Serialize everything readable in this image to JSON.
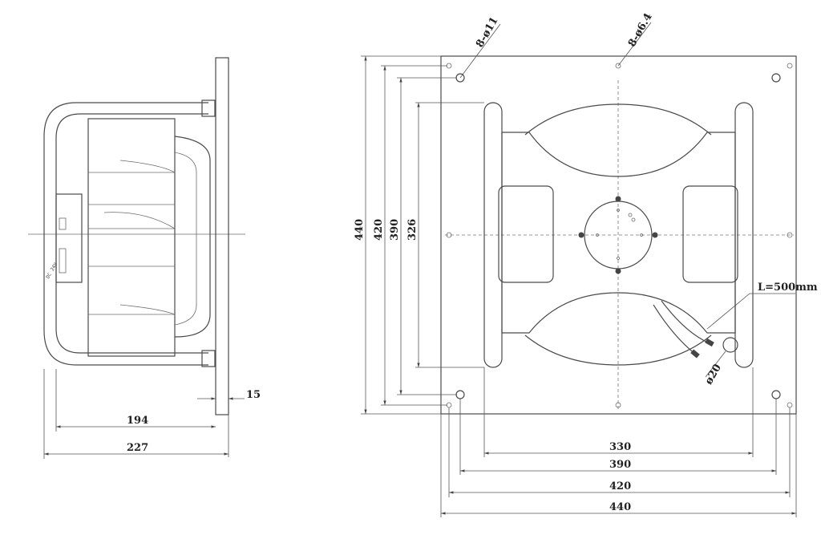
{
  "side_view": {
    "dims": {
      "flange": "15",
      "body": "194",
      "overall": "227"
    },
    "label_text": "DC 24V"
  },
  "front_view": {
    "callouts": {
      "holes_large": "8-ø11",
      "holes_small": "8-ø6.4",
      "cable": "L=500mm",
      "cable_hole": "ø20"
    },
    "horizontal_dims": [
      "330",
      "390",
      "420",
      "440"
    ],
    "vertical_dims": [
      "440",
      "420",
      "390",
      "326"
    ]
  }
}
